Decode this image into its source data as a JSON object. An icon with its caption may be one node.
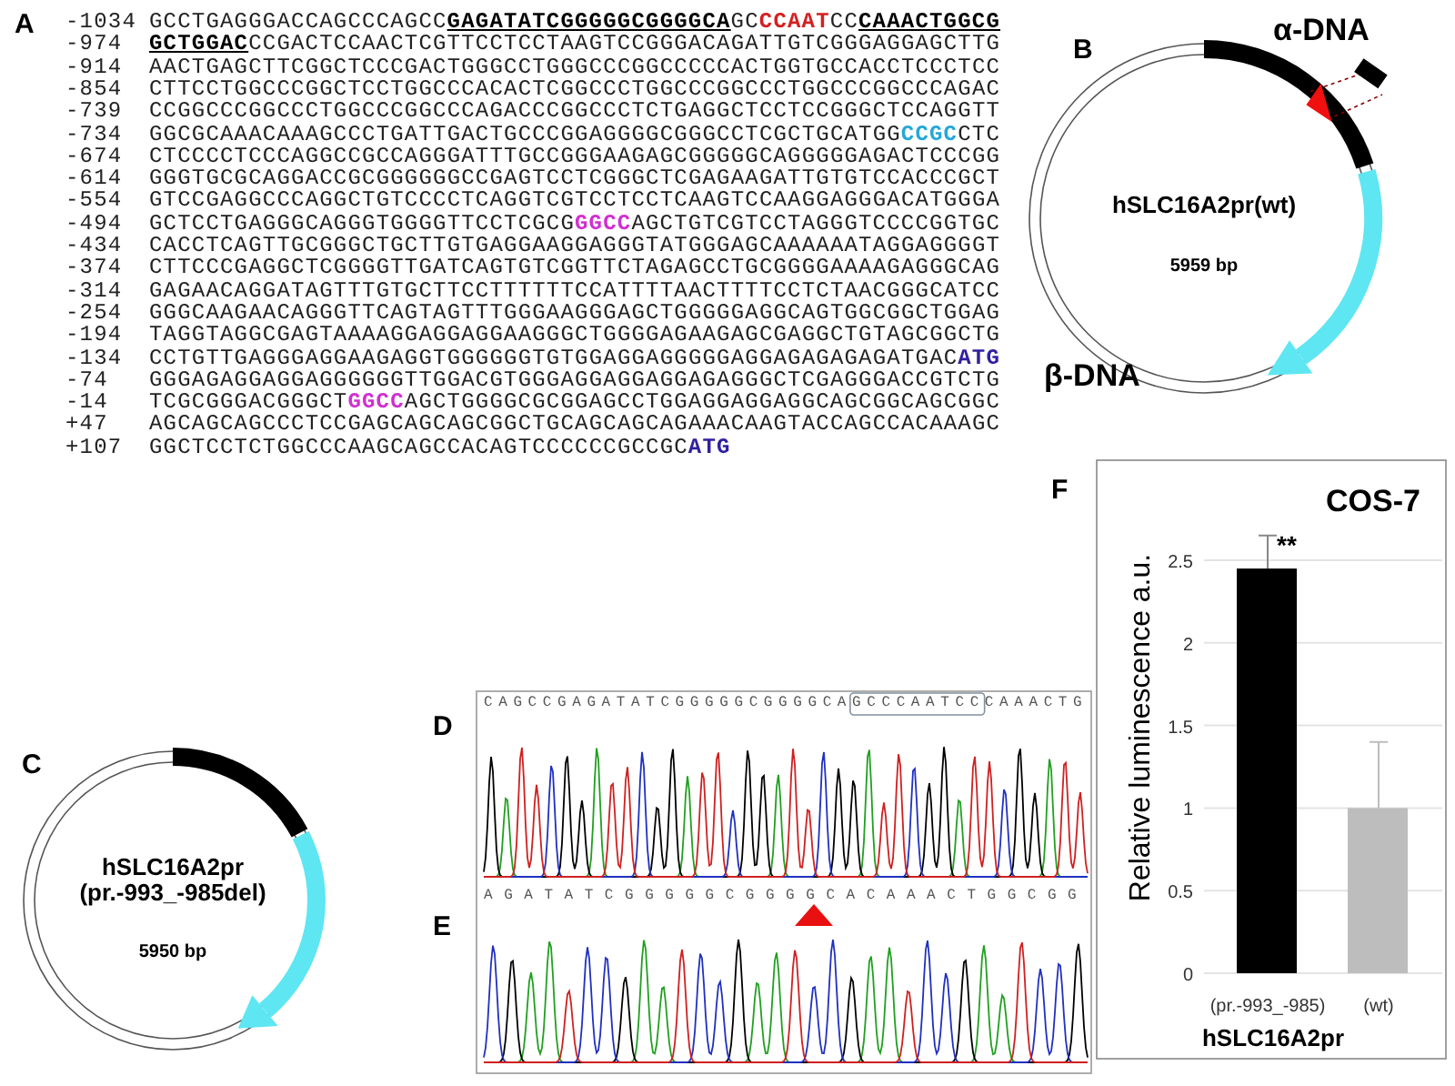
{
  "diagram": {
    "labels": [
      "A",
      "-1034",
      "GCCTGAGGGACCAGCCCAGCC",
      "GAGATATCGGGGGCGGGGCA",
      "GC",
      "CCAAT",
      "CC",
      "CAAACTGGCG",
      "-974",
      "GCTGGAC",
      "CCGACTCCAACTCGTTCCTCCTAAGTCCGGGACAGATTGTCGGGAGGAGCTTG",
      "-914",
      "AACTGAGCTTCGGCTCCCGACTGGGCCTGGGCCCGGCCCCCACTGGTGCCACCTCCCTCC",
      "-854",
      "CTTCCTGGCCCGGCTCCTGGCCCACACTCGGCCCTGGCCCGGCCCTGGCCCGGCCCAGAC",
      "-739",
      "CCGGCCCGGCCCTGGCCCGGCCCAGACCCGGCCCTCTGAGGCTCCTCCGGGCTCCAGGTT",
      "-734",
      "GGCGCAAACAAAGCCCTGATTGACTGCCCGGAGGGGCGGGCCTCGCTGCATGG",
      "CCGC",
      "CTC",
      "-674",
      "CTCCCCTCCCAGGCCGCCAGGGATTTGCCGGGAAGAGCGGGGGCAGGGGGAGACTCCCGG",
      "-614",
      "GGGTGCGCAGGACCGCGGGGGGCCGAGTCCTCGGGCTCGAGAAGATTGTGTCCACCCGCT",
      "-554",
      "GTCCGAGGCCCAGGCTGTCCCCTCAGGTCGTCCTCCTCAAGTCCAAGGAGGGACATGGGA",
      "-494",
      "GCTCCTGAGGGCAGGGTGGGGTTCCTCGCG",
      "GGCC",
      "AGCTGTCGTCCTAGGGTCCCCGGTGC",
      "-434",
      "CACCTCAGTTGCGGGCTGCTTGTGAGGAAGGAGGGTATGGGAGCAAAAAATAGGAGGGGT",
      "-374",
      "CTTCCCGAGGCTCGGGGTTGATCAGTGTCGGTTCTAGAGCCTGCGGGGAAAAGAGGGCAG",
      "-314",
      "GAGAACAGGATAGTTTGTGCTTCCTTTTTTCCATTTTAACTTTTCCTCTAACGGGCATCC",
      "-254",
      "GGGCAAGAACAGGGTTCAGTAGTTTGGGAAGGGAGCTGGGGGAGGCAGTGGCGGCTGGAG",
      "-194",
      "TAGGTAGGCGAGTAAAAGGAGGAGGAAGGGCTGGGGAGAAGAGCGAGGCTGTAGCGGCTG",
      "-134",
      "CCTGTTGAGGGAGGAAGAGGTGGGGGGTGTGGAGGAGGGGGAGGAGAGAGAGATGAC",
      "ATG",
      "-74",
      "GGGAGAGGAGGAGGGGGGTTGGACGTGGGAGGAGGAGGAGAGGGCTCGAGGGACCGTCTG",
      "-14",
      "TCGCGGGACGGGCT",
      "GGCC",
      "AGCTGGGGCGCGGAGCCTGGAGGAGGAGGCAGCGGCAGCGGC",
      "+47",
      "AGCAGCAGCCCTCCGAGCAGCAGCGGCTGCAGCAGCAGAAACAAGTACCAGCCACAAAGC",
      "+107",
      "GGCTCCTCTGGCCCAAGCAGCCACAGTCCCCCCGCCGC",
      "ATG",
      "B",
      "α-DNA",
      "hSLC16A2pr(wt)",
      "5959 bp",
      "β-DNA",
      "C",
      "hSLC16A2pr (pr.-993_-985del)",
      "5950 bp",
      "D",
      "CAGCCGAGATATCGGGGGCGGGGCAGCCCAATCCCAAACTG",
      "E",
      "AGATATCGGGGGCGGGGCACAAACTGGCGG",
      "F"
    ],
    "chart_data": {
      "type": "bar",
      "title": "COS-7",
      "xlabel": "hSLC16A2pr",
      "ylabel": "Relative luminescence a.u.",
      "categories": [
        "(pr.-993_-985)",
        "(wt)"
      ],
      "values": [
        2.45,
        1.0
      ],
      "ylim": [
        0,
        2.5
      ],
      "yticks": [
        0,
        0.5,
        1,
        1.5,
        2,
        2.5
      ],
      "grid": true,
      "annotations": [
        "**"
      ]
    }
  }
}
